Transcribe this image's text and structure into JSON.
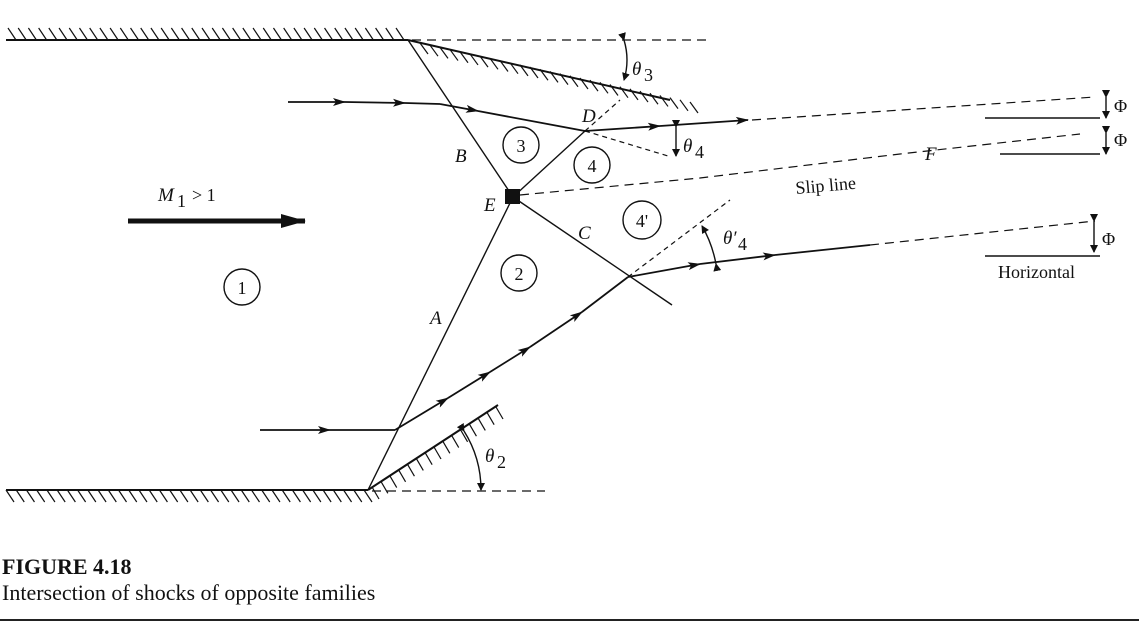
{
  "diagram": {
    "mach_label": "M",
    "mach_sub": "1",
    "mach_cond": "> 1",
    "shock_A": "A",
    "shock_B": "B",
    "shock_C": "C",
    "point_D": "D",
    "point_E": "E",
    "point_F": "F",
    "region_1": "1",
    "region_2": "2",
    "region_3": "3",
    "region_4": "4",
    "region_4p": "4'",
    "theta2": "θ",
    "theta2_sub": "2",
    "theta3": "θ",
    "theta3_sub": "3",
    "theta4": "θ",
    "theta4_sub": "4",
    "theta4p": "θ′",
    "theta4p_sub": "4",
    "phi": "Φ",
    "slip_line": "Slip line",
    "horizontal": "Horizontal"
  },
  "caption": {
    "number": "FIGURE 4.18",
    "text": "Intersection of shocks of opposite families"
  }
}
